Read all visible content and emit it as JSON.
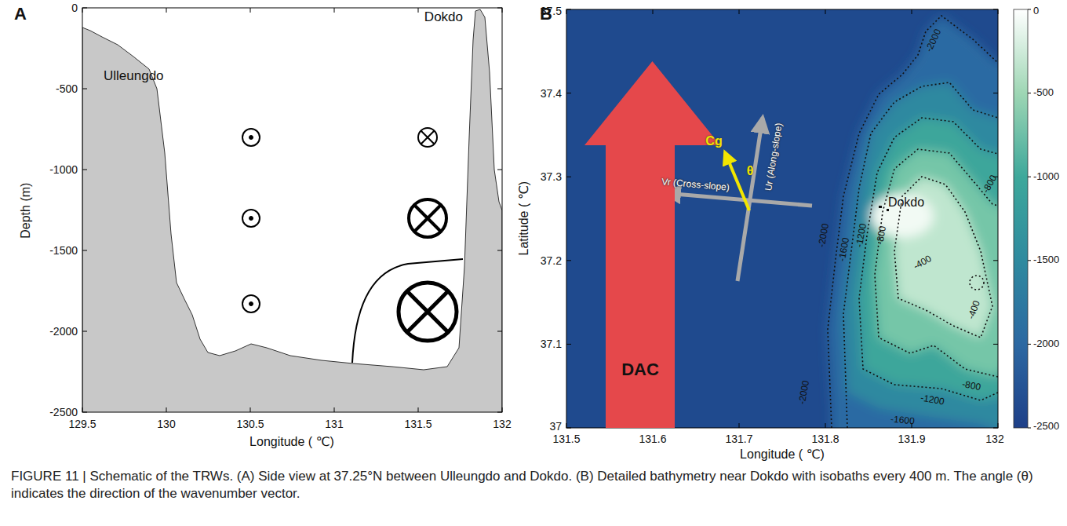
{
  "diagram": {
    "caption": "FIGURE 11 | Schematic of the TRWs. (A) Side view at 37.25°N between Ulleungdo and Dokdo. (B) Detailed bathymetry near Dokdo with isobaths every 400 m. The angle (θ) indicates the direction of the wavenumber vector.",
    "nodes": [
      {
        "text": [
          "DAC"
        ]
      }
    ],
    "labels": [
      "A",
      "Dokdo",
      "Ulleungdo",
      "0",
      "-500",
      "-1000",
      "-1500",
      "-2000",
      "-2500",
      "Depth (m)",
      "129.5",
      "130",
      "130.5",
      "131",
      "131.5",
      "132",
      "Longitude ( ℃)",
      "B",
      "37.5",
      "37.4",
      "37.3",
      "37.2",
      "37.1",
      "37",
      "Latitude ( ℃)",
      "131.5",
      "131.6",
      "131.7",
      "131.8",
      "131.9",
      "132",
      "Longitude ( ℃)",
      "0",
      "-500",
      "-1000",
      "-1500",
      "-2000",
      "-2500",
      "Cg",
      "θ",
      "Ur (Along-slope)",
      "Vr (Cross-slope)",
      "Dokdo",
      "-2000",
      "-2000",
      "-1600",
      "-1200",
      "-800",
      "-400",
      "-800",
      "-400",
      "-800",
      "-1200",
      "-1600",
      "-2000"
    ]
  }
}
